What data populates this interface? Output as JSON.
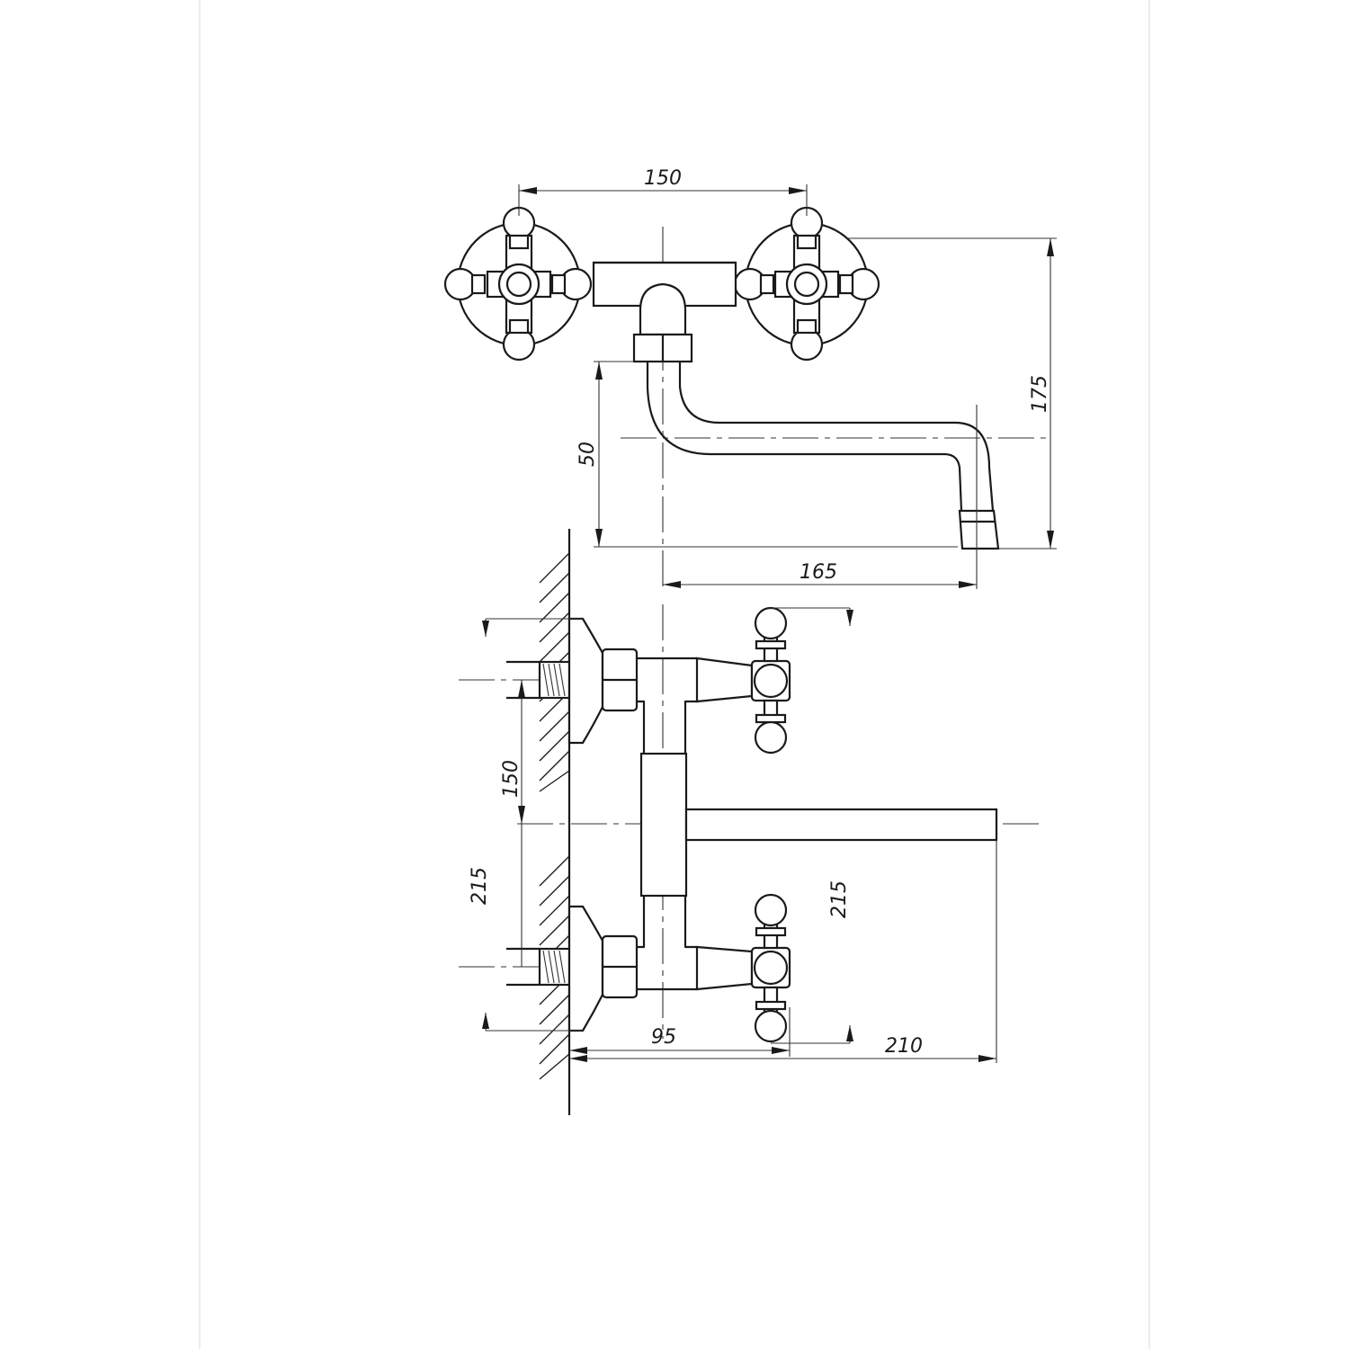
{
  "dimensions": {
    "top_handle_spacing": "150",
    "top_total_height": "175",
    "top_spout_drop": "50",
    "top_spout_reach": "165",
    "side_inlet_spacing": "150",
    "side_left_215": "215",
    "side_right_215": "215",
    "side_handle_depth": "95",
    "side_spout_length": "210"
  },
  "colors": {
    "line": "#1a1a1a",
    "background": "#ffffff"
  }
}
